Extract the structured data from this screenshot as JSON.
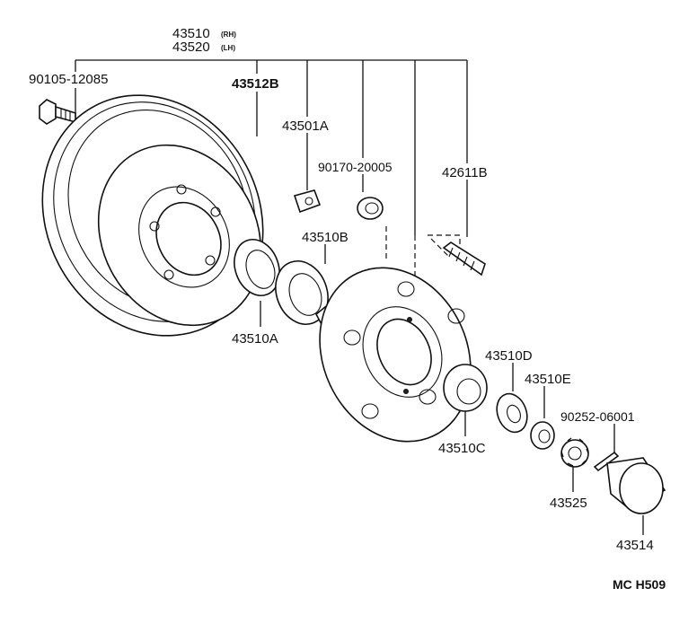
{
  "diagram": {
    "assembly_rh": {
      "number": "43510",
      "suffix": "(RH)"
    },
    "assembly_lh": {
      "number": "43520",
      "suffix": "(LH)"
    },
    "parts": [
      {
        "id": "bolt",
        "label": "90105-12085"
      },
      {
        "id": "drum",
        "label": "43512B"
      },
      {
        "id": "clip",
        "label": "43501A"
      },
      {
        "id": "nut",
        "label": "90170-20005"
      },
      {
        "id": "stud",
        "label": "42611B"
      },
      {
        "id": "bearing-outer",
        "label": "43510B"
      },
      {
        "id": "seal",
        "label": "43510A"
      },
      {
        "id": "bearing-inner",
        "label": "43510C"
      },
      {
        "id": "washer",
        "label": "43510D"
      },
      {
        "id": "hub-nut",
        "label": "43510E"
      },
      {
        "id": "cotter-pin",
        "label": "90252-06001"
      },
      {
        "id": "lock-cap",
        "label": "43525"
      },
      {
        "id": "grease-cap",
        "label": "43514"
      }
    ],
    "figure_code": "MC H509"
  }
}
